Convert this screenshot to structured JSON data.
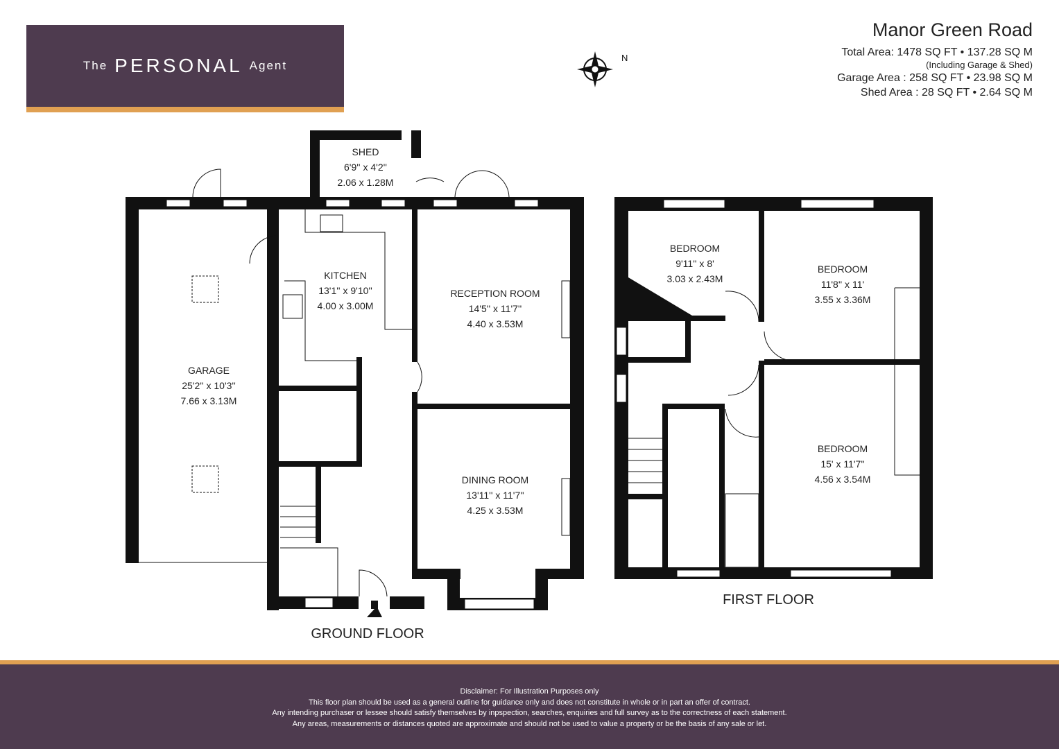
{
  "logo": {
    "pre": "The",
    "name": "PERSONAL",
    "post": "Agent"
  },
  "property": {
    "title": "Manor Green Road",
    "total_area": "Total Area: 1478 SQ FT • 137.28 SQ M",
    "total_note": "(Including Garage & Shed)",
    "garage_area": "Garage Area : 258 SQ FT • 23.98 SQ M",
    "shed_area": "Shed Area : 28 SQ FT • 2.64 SQ M"
  },
  "compass": {
    "label": "N"
  },
  "ground_floor": {
    "label": "GROUND FLOOR",
    "rooms": [
      {
        "name": "SHED",
        "imperial": "6'9'' x 4'2''",
        "metric": "2.06 x 1.28M"
      },
      {
        "name": "KITCHEN",
        "imperial": "13'1'' x 9'10''",
        "metric": "4.00 x 3.00M"
      },
      {
        "name": "RECEPTION ROOM",
        "imperial": "14'5'' x 11'7''",
        "metric": "4.40 x 3.53M"
      },
      {
        "name": "GARAGE",
        "imperial": "25'2'' x 10'3''",
        "metric": "7.66 x 3.13M"
      },
      {
        "name": "DINING ROOM",
        "imperial": "13'11'' x 11'7''",
        "metric": "4.25 x 3.53M"
      }
    ]
  },
  "first_floor": {
    "label": "FIRST FLOOR",
    "rooms": [
      {
        "name": "BEDROOM",
        "imperial": "9'11'' x 8'",
        "metric": "3.03 x 2.43M"
      },
      {
        "name": "BEDROOM",
        "imperial": "11'8'' x 11'",
        "metric": "3.55 x 3.36M"
      },
      {
        "name": "BEDROOM",
        "imperial": "15' x 11'7''",
        "metric": "4.56 x 3.54M"
      }
    ]
  },
  "disclaimer": [
    "Disclaimer: For Illustration Purposes only",
    "This floor plan should be used as a general outline for guidance only and does not constitute in whole or in part an offer of contract.",
    "Any intending purchaser or lessee should satisfy themselves by inpspection, searches, enquiries and full survey as to the correctness of each statement.",
    "Any areas, measurements or distances quoted are approximate and should not be used to value a property or be the basis of any sale or let."
  ]
}
